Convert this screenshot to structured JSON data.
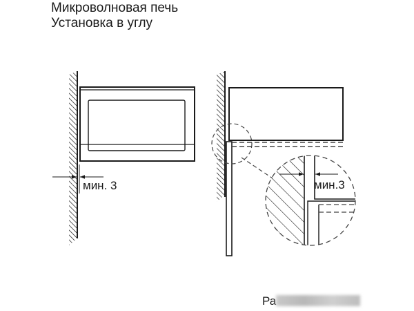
{
  "header": {
    "title_line1": "Микроволновая печь",
    "title_line2": "Установка в углу"
  },
  "left_diagram": {
    "dimension_label": "мин. 3"
  },
  "right_diagram": {
    "detail_dimension_label": "мин.3"
  },
  "footer": {
    "visible_text": "Ра",
    "obscured": true
  },
  "colors": {
    "line": "#1a1a1a",
    "dash": "#444444",
    "background": "#ffffff"
  }
}
